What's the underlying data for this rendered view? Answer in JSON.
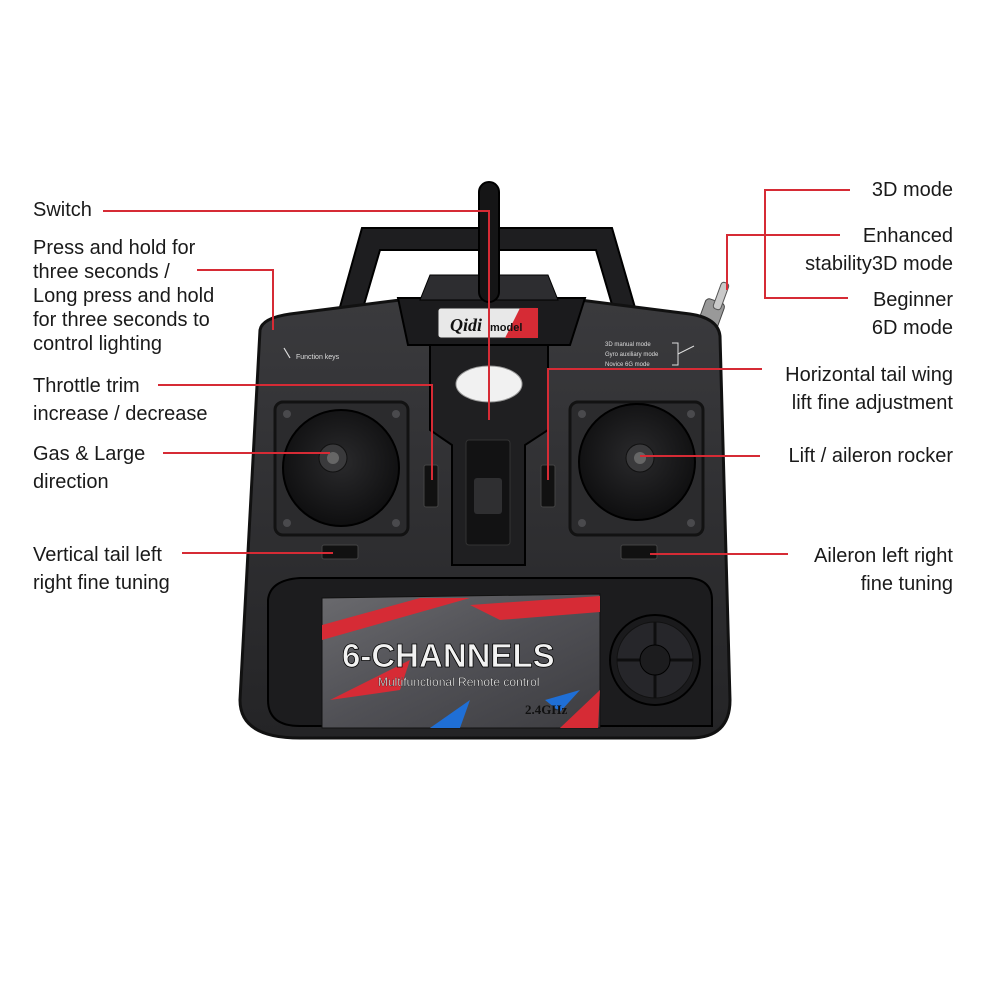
{
  "callouts_left": [
    {
      "id": "switch",
      "lines": [
        "Switch"
      ]
    },
    {
      "id": "press-hold",
      "lines": [
        "Press and hold for",
        "three seconds /",
        "Long press and hold",
        "for three seconds to",
        "control lighting"
      ]
    },
    {
      "id": "throttle-trim",
      "lines": [
        "Throttle trim",
        "increase / decrease"
      ]
    },
    {
      "id": "gas-direction",
      "lines": [
        "Gas & Large",
        "direction"
      ]
    },
    {
      "id": "vertical-tail",
      "lines": [
        "Vertical tail left",
        "right fine tuning"
      ]
    }
  ],
  "callouts_right": [
    {
      "id": "mode-3d",
      "lines": [
        "3D mode"
      ]
    },
    {
      "id": "enhanced",
      "lines": [
        "Enhanced",
        "stability3D mode"
      ]
    },
    {
      "id": "beginner",
      "lines": [
        "Beginner",
        "6D mode"
      ]
    },
    {
      "id": "horizontal-tail",
      "lines": [
        "Horizontal tail wing",
        "lift fine adjustment"
      ]
    },
    {
      "id": "lift-aileron",
      "lines": [
        "Lift / aileron rocker"
      ]
    },
    {
      "id": "aileron-tuning",
      "lines": [
        "Aileron left  right",
        "fine tuning"
      ]
    }
  ],
  "device": {
    "brand": "Qidi",
    "brand_suffix": "model",
    "function_keys": "Function keys",
    "mode_labels": [
      "3D manual mode",
      "Gyro auxiliary mode",
      "Novice 6G mode"
    ],
    "panel_title": "6-CHANNELS",
    "panel_subtitle": "Multifunctional Remote control",
    "frequency": "2.4GHz"
  },
  "colors": {
    "leader_line": "#d62b35",
    "body": "#2b2b2d",
    "body_dark": "#1a1a1c",
    "accent_red": "#e0262e",
    "accent_blue": "#1f6fd6"
  }
}
